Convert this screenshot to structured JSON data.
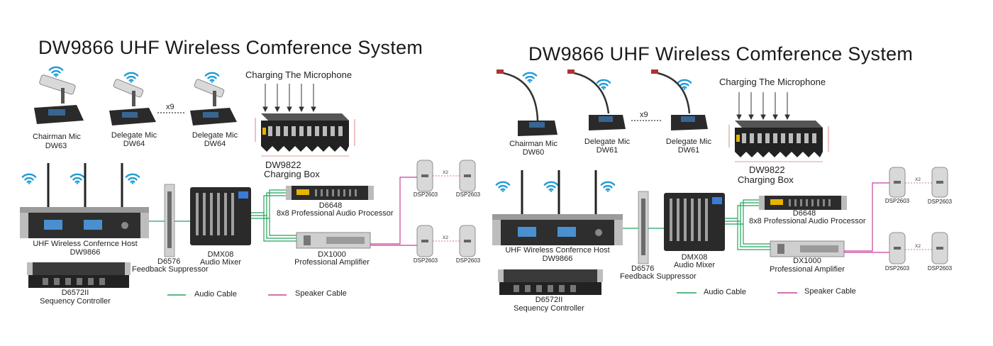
{
  "colors": {
    "audio_cable": "#22a35a",
    "speaker_cable": "#cc3f9a",
    "device_dark": "#2b2b2b",
    "device_silver": "#c8c8c8",
    "wifi_blue": "#1d9bd6"
  },
  "icons": [
    "wifi-icon",
    "chairman-mic-icon",
    "delegate-mic-icon",
    "charging-box-icon",
    "host-receiver-icon",
    "feedback-suppressor-icon",
    "audio-mixer-icon",
    "audio-processor-icon",
    "amplifier-icon",
    "speaker-icon",
    "sequence-controller-icon",
    "charging-arrow-icon"
  ],
  "left": {
    "title": "DW9866 UHF Wireless Comference System",
    "charging_title": "Charging The Microphone",
    "chairman_mic": "Chairman Mic",
    "chairman_model": "DW63",
    "delegate_mic": "Delegate Mic",
    "delegate_model": "DW64",
    "multiplier": "x9",
    "box_model": "DW9822",
    "box_name": "Charging Box",
    "host_name": "UHF Wireless Confernce Host",
    "host_model": "DW9866",
    "fs_model": "D6576",
    "fs_name": "Feedback Suppressor",
    "mixer_model": "DMX08",
    "mixer_name": "Audio Mixer",
    "proc_model": "D6648",
    "proc_name": "8x8 Professional Audio Processor",
    "amp_model": "DX1000",
    "amp_name": "Professional Amplifier",
    "speaker_model": "DSP2603",
    "speaker_mult": "X2",
    "seq_model": "D6572II",
    "seq_name": "Sequency Controller",
    "legend_audio": "Audio Cable",
    "legend_speaker": "Speaker Cable"
  },
  "right": {
    "title": "DW9866 UHF Wireless Comference System",
    "charging_title": "Charging The Microphone",
    "chairman_mic": "Chairman Mic",
    "chairman_model": "DW60",
    "delegate_mic": "Delegate Mic",
    "delegate_model": "DW61",
    "multiplier": "x9",
    "box_model": "DW9822",
    "box_name": "Charging Box",
    "host_name": "UHF Wireless Confernce Host",
    "host_model": "DW9866",
    "fs_model": "D6576",
    "fs_name": "Feedback Suppressor",
    "mixer_model": "DMX08",
    "mixer_name": "Audio Mixer",
    "proc_model": "D6648",
    "proc_name": "8x8 Professional Audio Processor",
    "amp_model": "DX1000",
    "amp_name": "Professional Amplifier",
    "speaker_model": "DSP2603",
    "speaker_mult": "X2",
    "seq_model": "D6572II",
    "seq_name": "Sequency Controller",
    "legend_audio": "Audio Cable",
    "legend_speaker": "Speaker Cable"
  }
}
